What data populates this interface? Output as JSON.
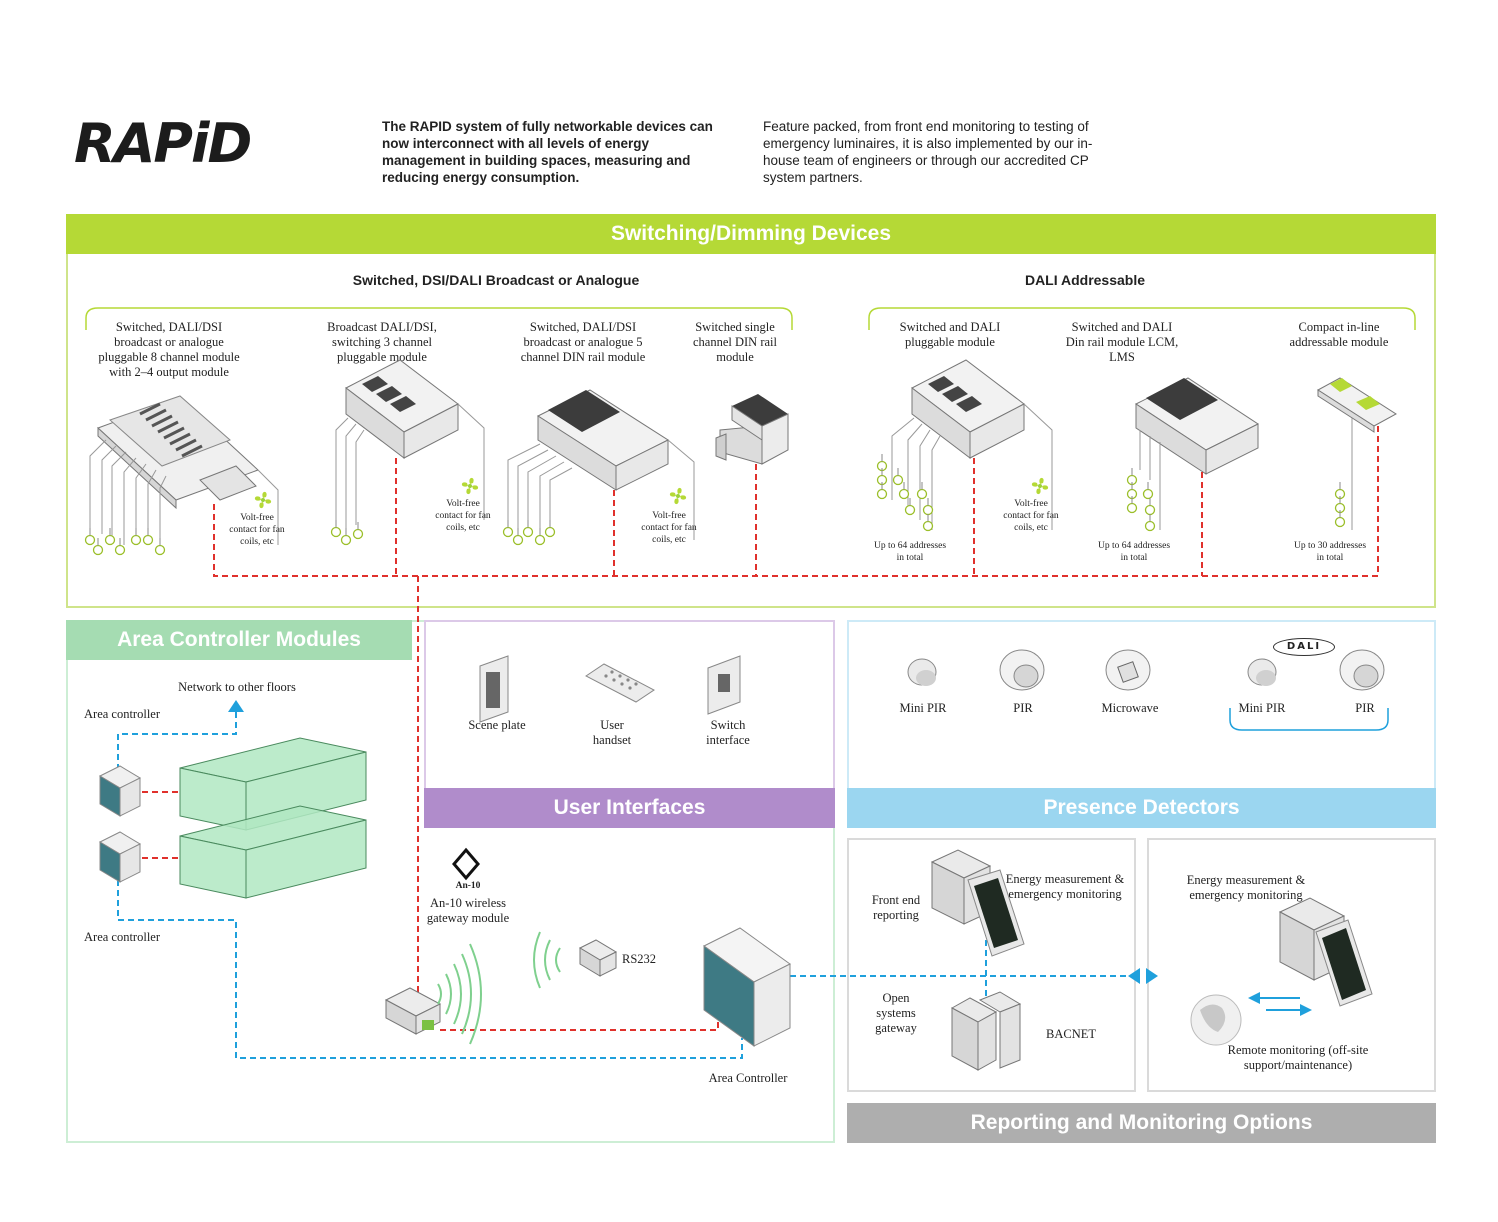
{
  "logo": "RAPiD",
  "intro": {
    "bold": "The RAPID system of fully networkable devices can now interconnect with all levels of energy management in building spaces, measuring and reducing energy consumption.",
    "regular": "Feature packed, from front end monitoring to testing of emergency luminaires, it is also implemented by our in-house team of engineers or through our accredited CP system partners."
  },
  "colors": {
    "green": "#b5d936",
    "mint": "#a5dcb2",
    "purple": "#b08ccb",
    "blue": "#9bd6f0",
    "grey": "#aeaeae",
    "red": "#e0312c",
    "cyan": "#1fa0dc"
  },
  "switching": {
    "title": "Switching/Dimming Devices",
    "groups": [
      "Switched, DSI/DALI Broadcast or Analogue",
      "DALI Addressable"
    ],
    "devices": [
      "Switched, DALI/DSI broadcast or analogue pluggable 8 channel module with 2–4 output module",
      "Broadcast DALI/DSI, switching 3 channel pluggable module",
      "Switched, DALI/DSI broadcast or analogue 5 channel DIN rail module",
      "Switched single channel DIN rail module",
      "Switched and DALI pluggable module",
      "Switched and DALI Din rail module LCM, LMS",
      "Compact in-line addressable module"
    ],
    "fan_note": "Volt-free contact for fan coils, etc",
    "addr64": "Up to 64 addresses in total",
    "addr30": "Up to 30 addresses in total"
  },
  "area": {
    "title": "Area Controller Modules",
    "network": "Network to other floors",
    "controller_top": "Area controller",
    "controller_bottom": "Area controller",
    "an10_logo": "An-10",
    "an10": "An-10 wireless gateway module",
    "rs232": "RS232",
    "area_controller": "Area Controller"
  },
  "ui": {
    "title": "User Interfaces",
    "items": [
      "Scene plate",
      "User handset",
      "Switch interface"
    ]
  },
  "presence": {
    "title": "Presence Detectors",
    "items": [
      "Mini PIR",
      "PIR",
      "Microwave",
      "Mini PIR",
      "PIR"
    ],
    "dali_badge": "DALI"
  },
  "reporting": {
    "title": "Reporting and Monitoring Options",
    "front_end": "Front end reporting",
    "energy1": "Energy measurement & emergency monitoring",
    "open_systems": "Open systems gateway",
    "bacnet": "BACNET",
    "energy2": "Energy measurement & emergency monitoring",
    "remote": "Remote monitoring (off-site support/maintenance)"
  }
}
